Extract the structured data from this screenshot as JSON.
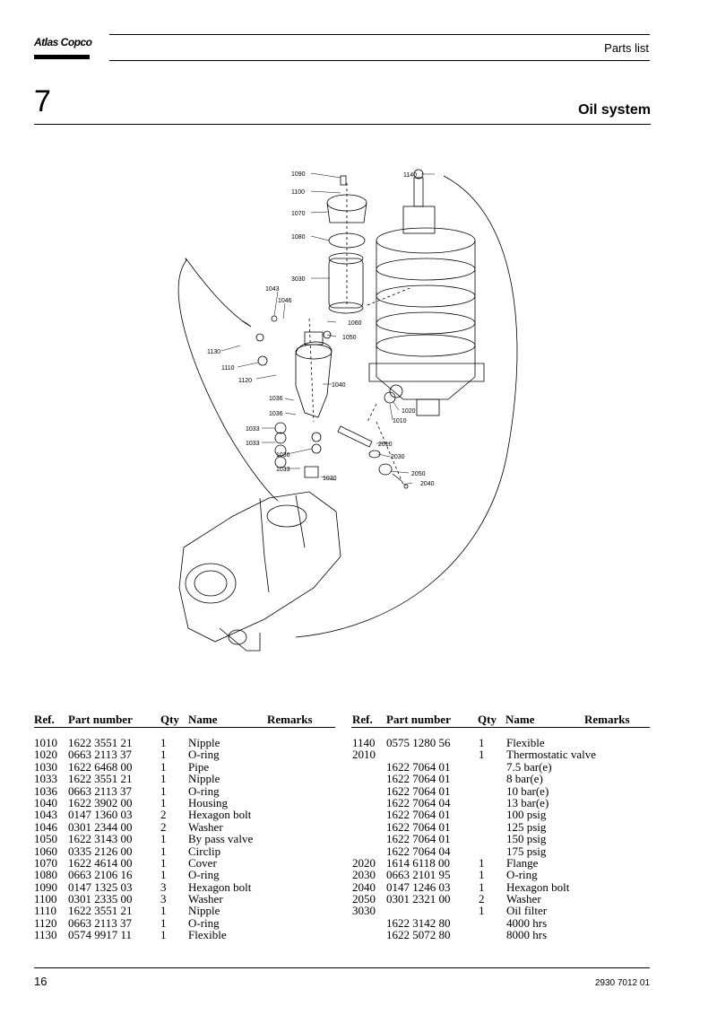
{
  "header": {
    "logo_text": "Atlas Copco",
    "title": "Parts list"
  },
  "section": {
    "number": "7",
    "title": "Oil system"
  },
  "drawing": {
    "callouts": [
      "1090",
      "1100",
      "1070",
      "1080",
      "3030",
      "1043",
      "1046",
      "1060",
      "1050",
      "1130",
      "1110",
      "1120",
      "1040",
      "1036",
      "1036",
      "1033",
      "1033",
      "1036",
      "1033",
      "1030",
      "1140",
      "1020",
      "1010",
      "2010",
      "2030",
      "2050",
      "2040"
    ]
  },
  "table": {
    "headers": {
      "ref": "Ref.",
      "part_number": "Part number",
      "qty": "Qty",
      "name": "Name",
      "remarks": "Remarks"
    },
    "left_rows": [
      {
        "ref": "1010",
        "part": "1622 3551 21",
        "qty": "1",
        "name": "Nipple"
      },
      {
        "ref": "1020",
        "part": "0663 2113 37",
        "qty": "1",
        "name": "O-ring"
      },
      {
        "ref": "1030",
        "part": "1622 6468 00",
        "qty": "1",
        "name": "Pipe"
      },
      {
        "ref": "1033",
        "part": "1622 3551 21",
        "qty": "1",
        "name": "Nipple"
      },
      {
        "ref": "1036",
        "part": "0663 2113 37",
        "qty": "1",
        "name": "O-ring"
      },
      {
        "ref": "1040",
        "part": "1622 3902 00",
        "qty": "1",
        "name": "Housing"
      },
      {
        "ref": "1043",
        "part": "0147 1360 03",
        "qty": "2",
        "name": "Hexagon bolt"
      },
      {
        "ref": "1046",
        "part": "0301 2344 00",
        "qty": "2",
        "name": "Washer"
      },
      {
        "ref": "1050",
        "part": "1622 3143 00",
        "qty": "1",
        "name": "By pass valve"
      },
      {
        "ref": "1060",
        "part": "0335 2126 00",
        "qty": "1",
        "name": "Circlip"
      },
      {
        "ref": "1070",
        "part": "1622 4614 00",
        "qty": "1",
        "name": "Cover"
      },
      {
        "ref": "1080",
        "part": "0663 2106 16",
        "qty": "1",
        "name": "O-ring"
      },
      {
        "ref": "1090",
        "part": "0147 1325 03",
        "qty": "3",
        "name": "Hexagon bolt"
      },
      {
        "ref": "1100",
        "part": "0301 2335 00",
        "qty": "3",
        "name": "Washer"
      },
      {
        "ref": "1110",
        "part": "1622 3551 21",
        "qty": "1",
        "name": "Nipple"
      },
      {
        "ref": "1120",
        "part": "0663 2113 37",
        "qty": "1",
        "name": "O-ring"
      },
      {
        "ref": "1130",
        "part": "0574 9917 11",
        "qty": "1",
        "name": "Flexible"
      }
    ],
    "right_rows": [
      {
        "ref": "1140",
        "part": "0575 1280 56",
        "qty": "1",
        "name": "Flexible"
      },
      {
        "ref": "2010",
        "part": "",
        "qty": "1",
        "name": "Thermostatic valve"
      },
      {
        "ref": "",
        "part": "1622 7064 01",
        "qty": "",
        "name": "7.5 bar(e)"
      },
      {
        "ref": "",
        "part": "1622 7064 01",
        "qty": "",
        "name": "8 bar(e)"
      },
      {
        "ref": "",
        "part": "1622 7064 01",
        "qty": "",
        "name": "10 bar(e)"
      },
      {
        "ref": "",
        "part": "1622 7064 04",
        "qty": "",
        "name": "13 bar(e)"
      },
      {
        "ref": "",
        "part": "1622 7064 01",
        "qty": "",
        "name": "100 psig"
      },
      {
        "ref": "",
        "part": "1622 7064 01",
        "qty": "",
        "name": "125 psig"
      },
      {
        "ref": "",
        "part": "1622 7064 01",
        "qty": "",
        "name": "150 psig"
      },
      {
        "ref": "",
        "part": "1622 7064 04",
        "qty": "",
        "name": "175 psig"
      },
      {
        "ref": "2020",
        "part": "1614 6118 00",
        "qty": "1",
        "name": "Flange"
      },
      {
        "ref": "2030",
        "part": "0663 2101 95",
        "qty": "1",
        "name": "O-ring"
      },
      {
        "ref": "2040",
        "part": "0147 1246 03",
        "qty": "1",
        "name": "Hexagon bolt"
      },
      {
        "ref": "2050",
        "part": "0301 2321 00",
        "qty": "2",
        "name": "Washer"
      },
      {
        "ref": "3030",
        "part": "",
        "qty": "1",
        "name": "Oil filter"
      },
      {
        "ref": "",
        "part": "1622 3142 80",
        "qty": "",
        "name": "4000 hrs"
      },
      {
        "ref": "",
        "part": "1622 5072 80",
        "qty": "",
        "name": "8000 hrs"
      }
    ]
  },
  "footer": {
    "page_number": "16",
    "doc_number": "2930 7012 01"
  }
}
